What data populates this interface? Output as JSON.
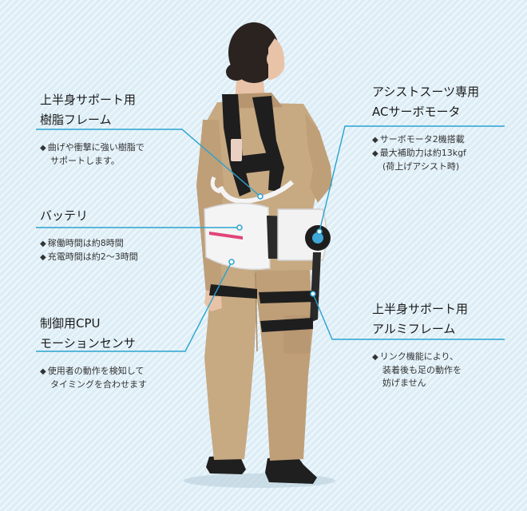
{
  "callouts": {
    "frame": {
      "title": [
        "上半身サポート用",
        "樹脂フレーム"
      ],
      "bullets": [
        {
          "type": "b",
          "text": "曲げや衝撃に強い樹脂で"
        },
        {
          "type": "c",
          "text": "サポートします。"
        }
      ]
    },
    "battery": {
      "title": [
        "バッテリ"
      ],
      "bullets": [
        {
          "type": "b",
          "text": "稼働時間は約8時間"
        },
        {
          "type": "b",
          "text": "充電時間は約2～3時間"
        }
      ]
    },
    "cpu": {
      "title": [
        "制御用CPU",
        "モーションセンサ"
      ],
      "bullets": [
        {
          "type": "b",
          "text": "使用者の動作を検知して"
        },
        {
          "type": "c",
          "text": "タイミングを合わせます"
        }
      ]
    },
    "motor": {
      "title": [
        "アシストスーツ専用",
        "ACサーボモータ"
      ],
      "bullets": [
        {
          "type": "b",
          "text": "サーボモータ2機搭載"
        },
        {
          "type": "b",
          "text": "最大補助力は約13kgf"
        },
        {
          "type": "c",
          "text": "(荷上げアシスト時)"
        }
      ]
    },
    "alu": {
      "title": [
        "上半身サポート用",
        "アルミフレーム"
      ],
      "bullets": [
        {
          "type": "b",
          "text": "リンク機能により、"
        },
        {
          "type": "c",
          "text": "装着後も足の動作を"
        },
        {
          "type": "c",
          "text": "妨げません"
        }
      ]
    }
  },
  "colors": {
    "leader_line": "#2aa3cf",
    "background": "#dcedf6",
    "uniform": "#c7a982",
    "harness": "#1e1e1e",
    "device": "#f4f4f4",
    "accent": "#e0457a"
  }
}
